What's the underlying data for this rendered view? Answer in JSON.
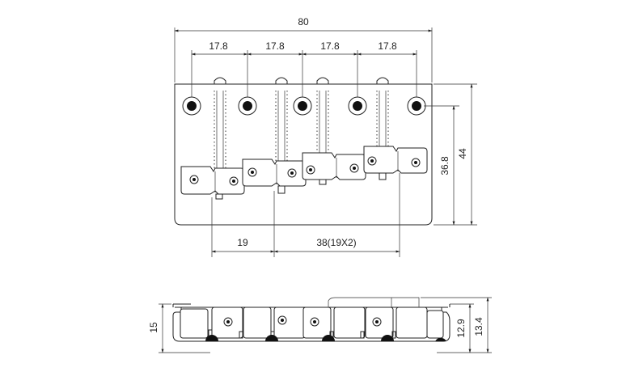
{
  "top_view": {
    "overall_width": "80",
    "string_spacing": [
      "17.8",
      "17.8",
      "17.8",
      "17.8"
    ],
    "height_outer": "44",
    "height_inner": "36.8",
    "mount_spacing_single": "19",
    "mount_spacing_double": "38(19X2)"
  },
  "side_view": {
    "height_left": "15",
    "height_right_inner": "12.9",
    "height_right_outer": "13.4"
  }
}
